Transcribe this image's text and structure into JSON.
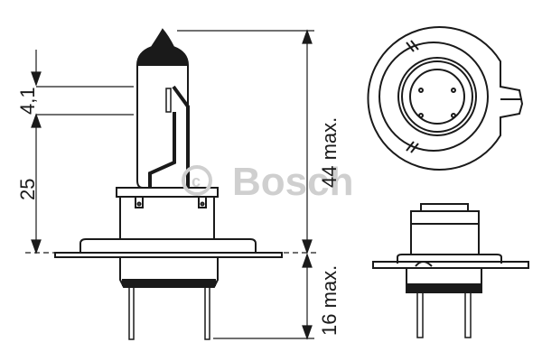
{
  "diagram": {
    "subject": "H7 halogen bulb technical drawing",
    "watermark": "© Bosch",
    "watermark_brand": "Bosch",
    "dimensions": {
      "filament_offset": "4,1",
      "light_center": "25",
      "overall_height": "44 max.",
      "base_height": "16 max."
    },
    "views": [
      "side-view",
      "top-view",
      "base-side-view"
    ],
    "colors": {
      "line": "#1a1a1a",
      "watermark": "#cfcfcf",
      "background": "#ffffff"
    }
  }
}
